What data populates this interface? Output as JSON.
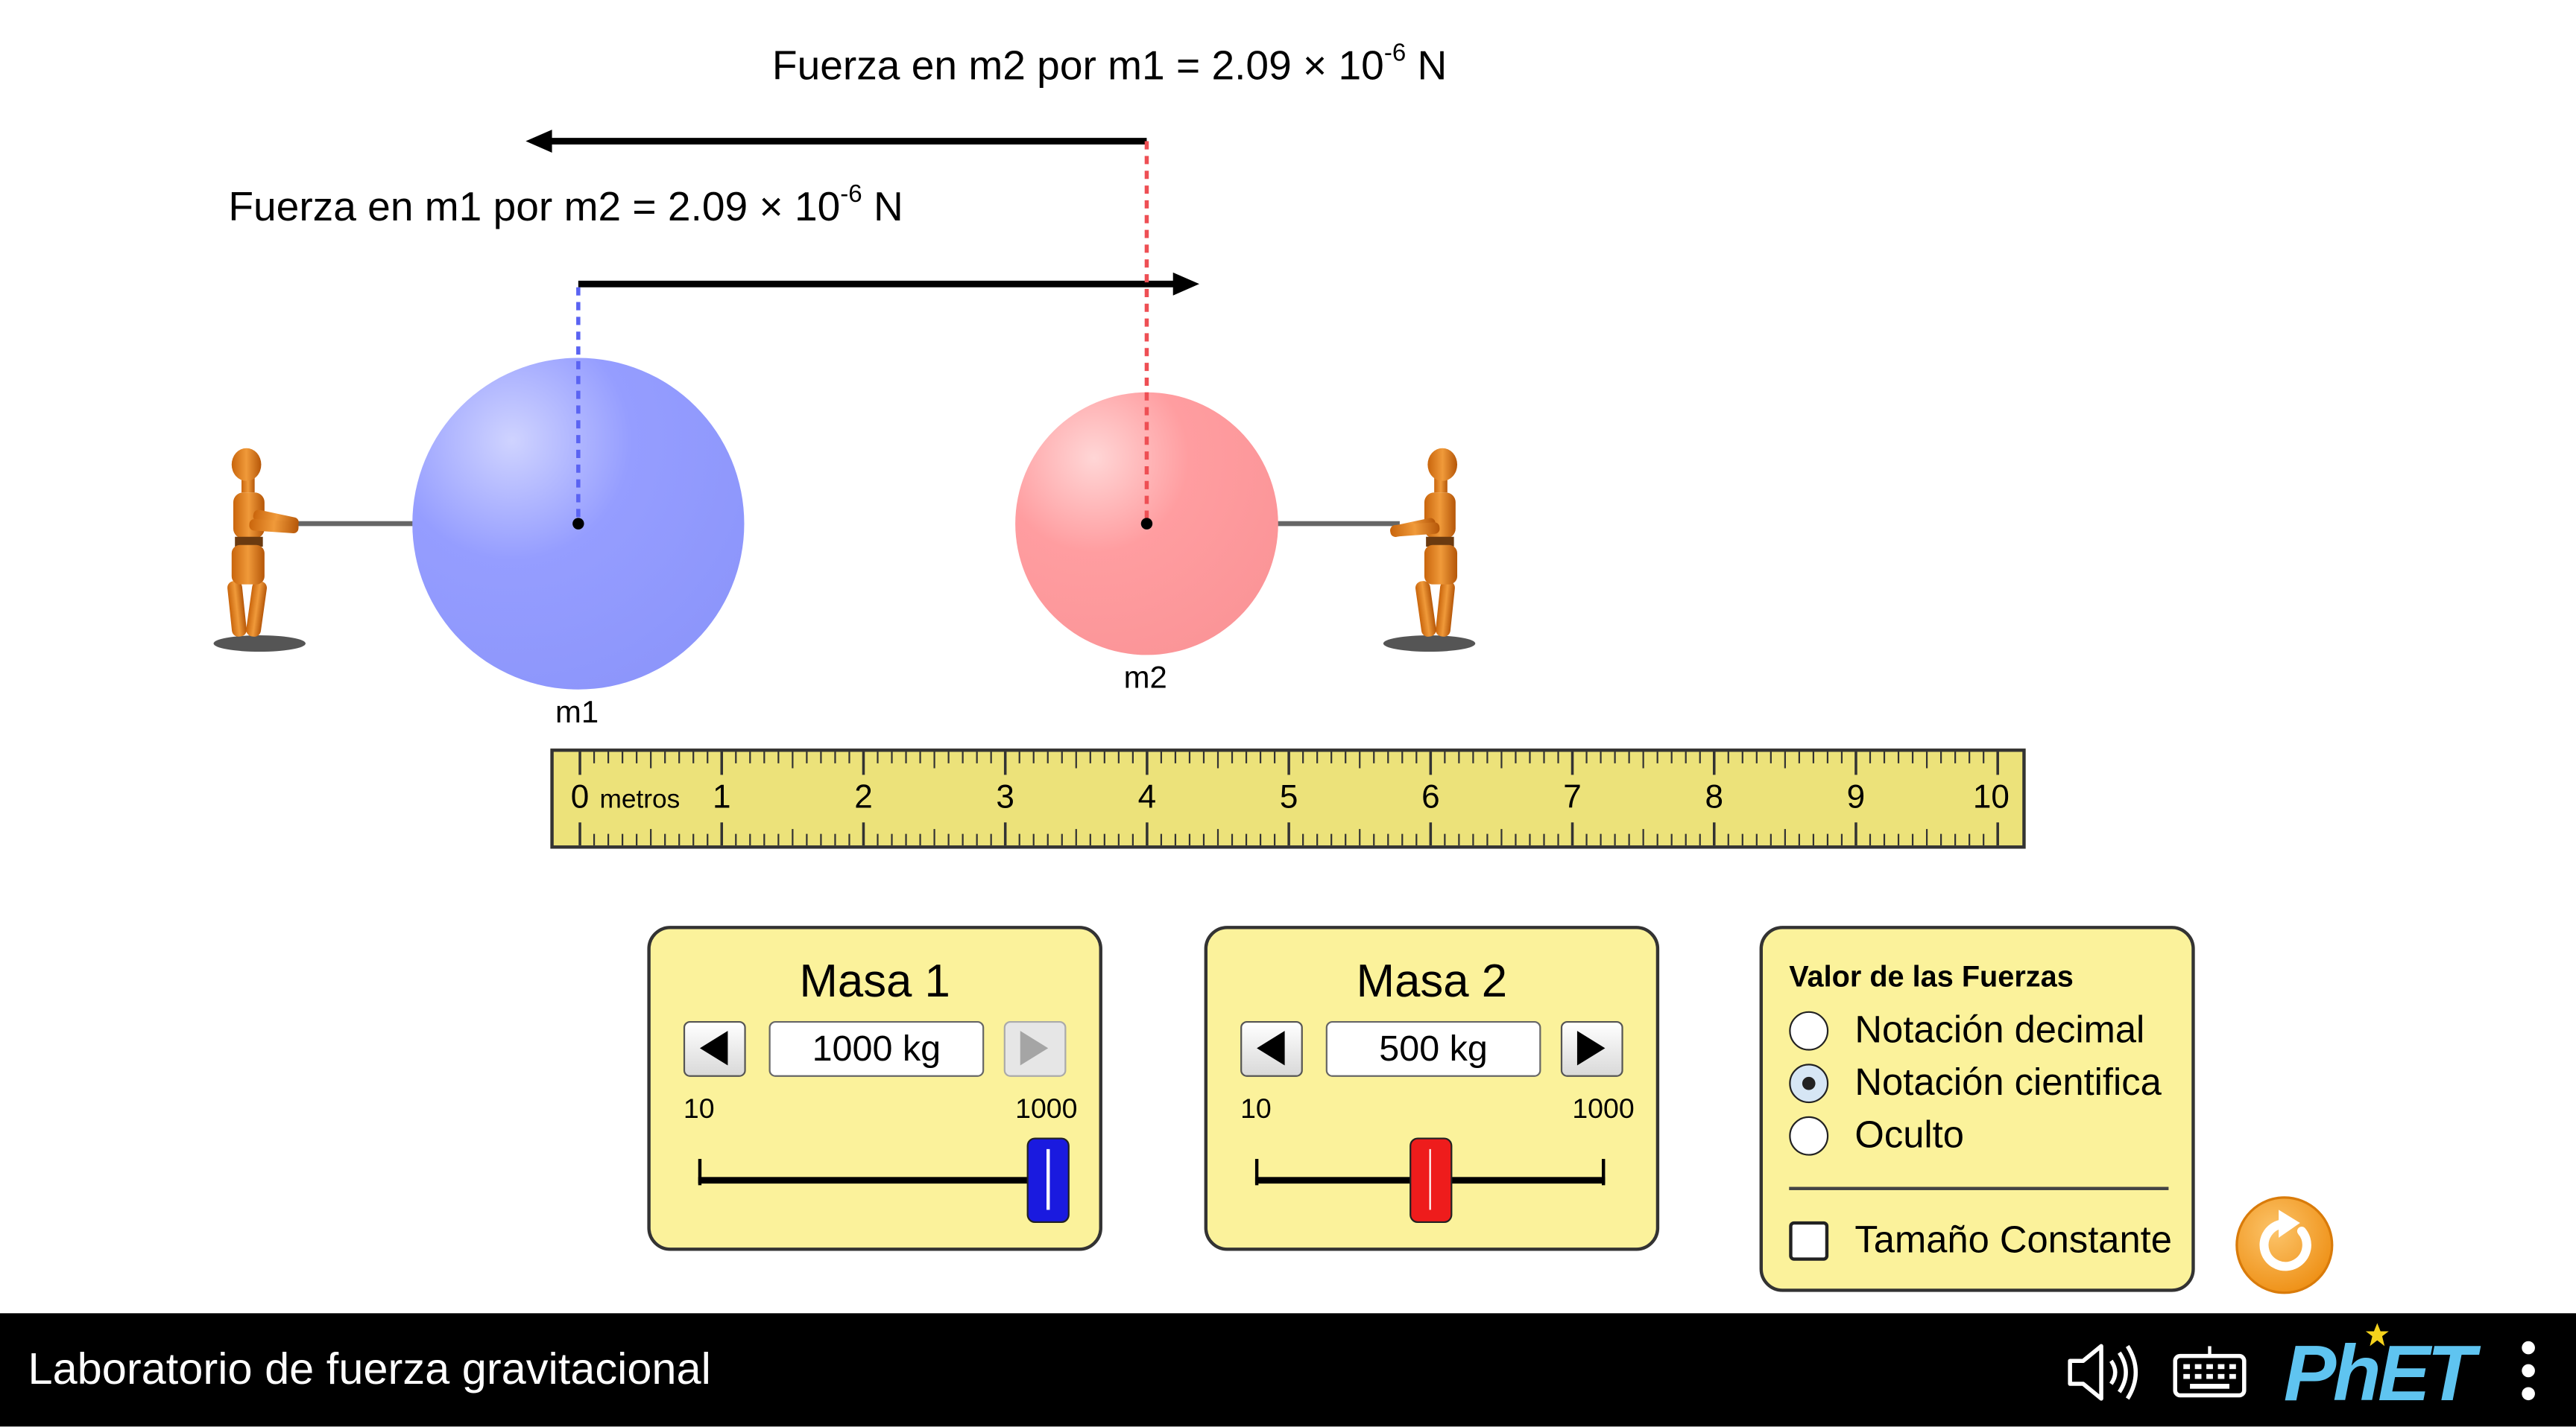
{
  "forces": {
    "on_m2": {
      "prefix": "Fuerza en m2 por m1 = 2.09 × 10",
      "exponent": "-6",
      "unit": " N"
    },
    "on_m1": {
      "prefix": "Fuerza en m1 por m2 = 2.09 × 10",
      "exponent": "-6",
      "unit": " N"
    }
  },
  "masses": {
    "m1": {
      "label": "m1",
      "color": "#8f98ff"
    },
    "m2": {
      "label": "m2",
      "color": "#ff9a9c"
    }
  },
  "ruler": {
    "unit": "metros",
    "ticks": [
      "0",
      "1",
      "2",
      "3",
      "4",
      "5",
      "6",
      "7",
      "8",
      "9",
      "10"
    ],
    "color": "#ece27a"
  },
  "mass1_panel": {
    "title": "Masa 1",
    "value": "1000 kg",
    "min_label": "10",
    "max_label": "1000",
    "slider_fraction": 1.0,
    "thumb_color": "#1a1adf"
  },
  "mass2_panel": {
    "title": "Masa 2",
    "value": "500 kg",
    "min_label": "10",
    "max_label": "1000",
    "slider_fraction": 0.5,
    "thumb_color": "#ee1c1c"
  },
  "force_values_panel": {
    "title": "Valor de las Fuerzas",
    "options": [
      "Notación decimal",
      "Notación cientifica",
      "Oculto"
    ],
    "selected": "Notación cientifica",
    "constant_size_label": "Tamaño Constante",
    "constant_size_checked": false
  },
  "footer": {
    "title": "Laboratorio de fuerza gravitacional",
    "logo": "PhET"
  },
  "colors": {
    "panel_bg": "#fbf29b",
    "reset_orange": "#f4a22d",
    "phet_blue": "#5fc4f0",
    "phet_yellow": "#f5d21c"
  }
}
